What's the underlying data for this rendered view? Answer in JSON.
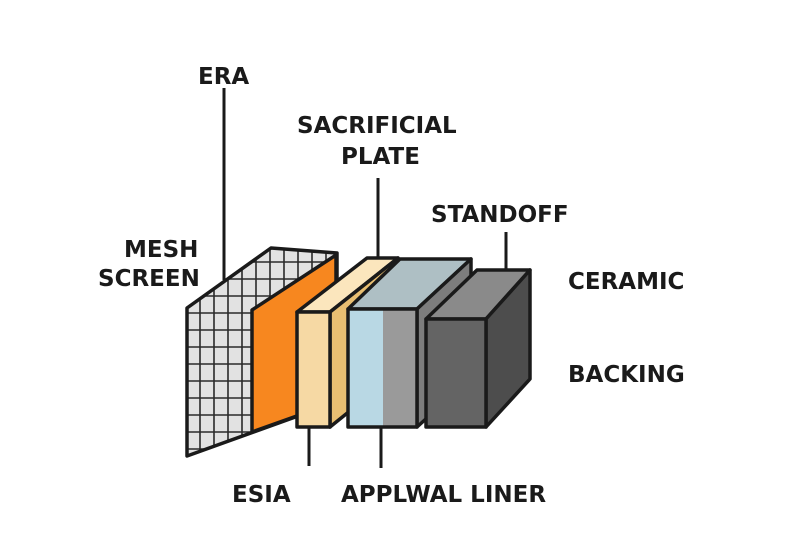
{
  "labels": {
    "era": "ERA",
    "sacrificial_plate_line1": "SACRIFICIAL",
    "sacrificial_plate_line2": "PLATE",
    "standoff": "STANDOFF",
    "mesh_screen_line1": "MESH",
    "mesh_screen_line2": "SCREEN",
    "ceramic": "CERAMIC",
    "backing": "BACKING",
    "esia": "ESIA",
    "spall_liner": "APPLWAL LINER"
  },
  "layers": [
    {
      "name": "mesh-screen",
      "color": "#dcdcdc"
    },
    {
      "name": "era",
      "color": "#f7871f"
    },
    {
      "name": "sacrificial-plate",
      "color": "#f6d9a4"
    },
    {
      "name": "spall-liner",
      "color": "#b9d8e4"
    },
    {
      "name": "ceramic-backing",
      "color": "#5f5f5f"
    }
  ]
}
